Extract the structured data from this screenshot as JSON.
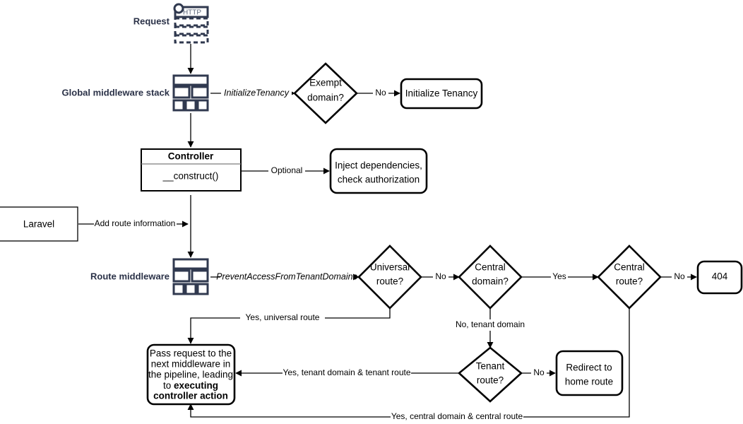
{
  "diagram": {
    "title": "Laravel multi-tenancy request lifecycle flowchart",
    "background": "#ffffff",
    "stroke_color": "#000000",
    "icon_color": "#30394f",
    "lane_label_color": "#2b3248"
  },
  "lane_labels": [
    {
      "id": "request",
      "text": "Request"
    },
    {
      "id": "global-middleware-stack",
      "text": "Global middleware stack"
    },
    {
      "id": "route-middleware",
      "text": "Route middleware"
    }
  ],
  "icons": {
    "http_request": {
      "name": "http-request-icon",
      "caption": "HTTP"
    },
    "middleware_stack": {
      "name": "middleware-stack-icon"
    }
  },
  "nodes": [
    {
      "id": "exempt-domain",
      "shape": "diamond",
      "lines": [
        "Exempt",
        "domain?"
      ]
    },
    {
      "id": "initialize-tenancy",
      "shape": "rounded-rect",
      "lines": [
        "Initialize Tenancy"
      ]
    },
    {
      "id": "controller",
      "shape": "uml-class",
      "header": "Controller",
      "body": "__construct()"
    },
    {
      "id": "inject-dependencies",
      "shape": "rounded-rect",
      "lines": [
        "Inject dependencies,",
        "check authorization"
      ]
    },
    {
      "id": "laravel",
      "shape": "rect",
      "lines": [
        "Laravel"
      ]
    },
    {
      "id": "universal-route",
      "shape": "diamond",
      "lines": [
        "Universal",
        "route?"
      ]
    },
    {
      "id": "central-domain",
      "shape": "diamond",
      "lines": [
        "Central",
        "domain?"
      ]
    },
    {
      "id": "central-route",
      "shape": "diamond",
      "lines": [
        "Central",
        "route?"
      ]
    },
    {
      "id": "not-found",
      "shape": "rounded-rect",
      "lines": [
        "404"
      ]
    },
    {
      "id": "tenant-route",
      "shape": "diamond",
      "lines": [
        "Tenant",
        "route?"
      ]
    },
    {
      "id": "redirect-home",
      "shape": "rounded-rect",
      "lines": [
        "Redirect to",
        "home route"
      ]
    },
    {
      "id": "pass-request",
      "shape": "rounded-rect",
      "lines_plain": [
        "Pass request to the",
        "next middleware in",
        "the pipeline, leading",
        "to "
      ],
      "lines_bold": [
        "executing",
        "controller action"
      ],
      "full_text": "Pass request to the next middleware in the pipeline, leading to executing controller action"
    }
  ],
  "edge_labels": [
    {
      "id": "initialize-tenancy-mw",
      "text": "InitializeTenancy",
      "style": "italic"
    },
    {
      "id": "exempt-domain-no",
      "text": "No"
    },
    {
      "id": "controller-optional",
      "text": "Optional"
    },
    {
      "id": "laravel-add-route-info",
      "text": "Add route information"
    },
    {
      "id": "prevent-access-mw",
      "text": "PreventAccessFromTenantDomains",
      "style": "italic"
    },
    {
      "id": "universal-route-no",
      "text": "No"
    },
    {
      "id": "central-domain-yes",
      "text": "Yes"
    },
    {
      "id": "central-route-no",
      "text": "No"
    },
    {
      "id": "central-domain-no-tenant",
      "text": "No, tenant domain"
    },
    {
      "id": "tenant-route-no",
      "text": "No"
    },
    {
      "id": "universal-route-yes",
      "text": "Yes, universal route"
    },
    {
      "id": "tenant-route-yes",
      "text": "Yes, tenant domain & tenant route"
    },
    {
      "id": "central-route-yes",
      "text": "Yes, central domain & central route"
    }
  ]
}
